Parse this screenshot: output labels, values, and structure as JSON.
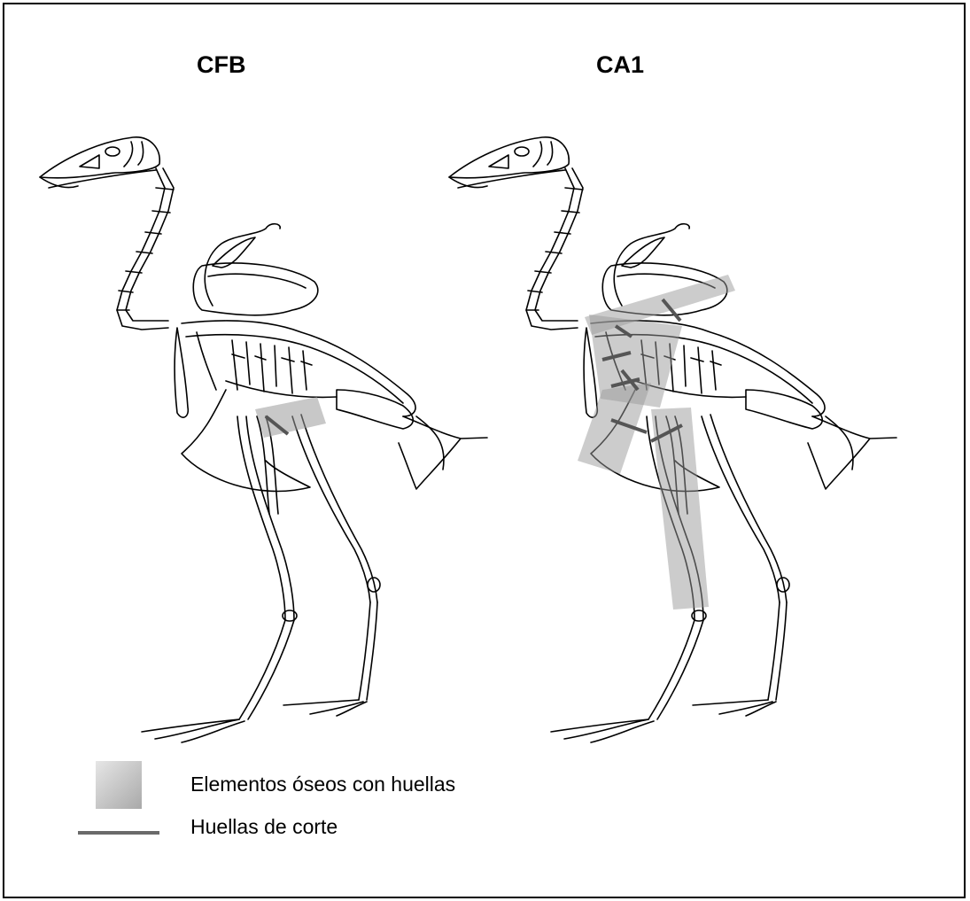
{
  "panels": [
    {
      "label": "CFB"
    },
    {
      "label": "CA1"
    }
  ],
  "legend": {
    "marked_elements": "Elementos óseos con huellas",
    "cut_marks": "Huellas de corte"
  },
  "colors": {
    "outline": "#000000",
    "highlight": "#9a9a9a",
    "cut_mark": "#555555"
  }
}
